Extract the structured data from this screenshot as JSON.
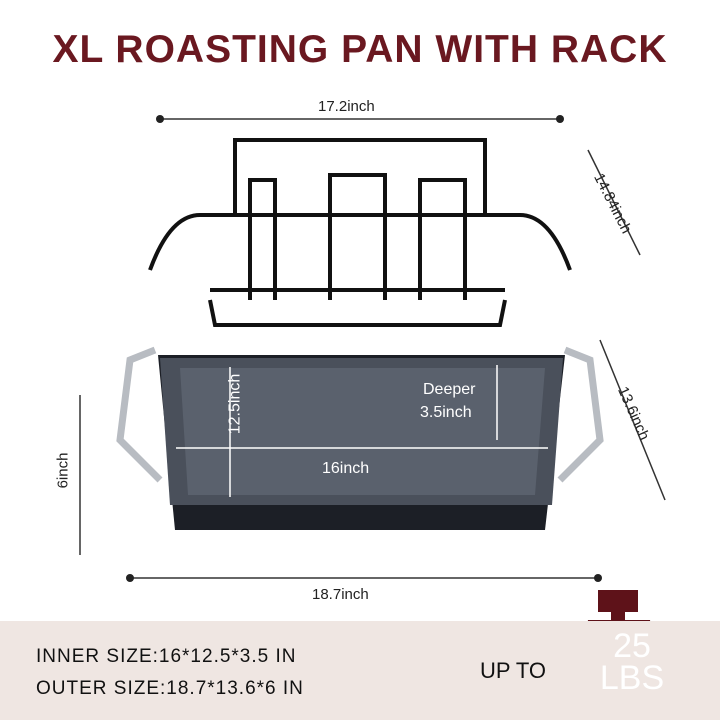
{
  "title": "XL ROASTING PAN WITH RACK",
  "dimensions": {
    "rack_width": "17.2inch",
    "rack_depth": "14.84inch",
    "pan_depth": "13.6inch",
    "pan_height": "6inch",
    "pan_width": "18.7inch",
    "inner_width": "16inch",
    "inner_depth": "12.5inch",
    "deeper_label": "Deeper",
    "deeper_value": "3.5inch"
  },
  "specs": {
    "inner": "INNER SIZE:16*12.5*3.5 IN",
    "outer": "OUTER SIZE:18.7*13.6*6 IN"
  },
  "capacity": {
    "prefix": "UP TO",
    "value": "25",
    "unit": "LBS"
  },
  "colors": {
    "brand": "#6a1820",
    "band": "#efe6e2",
    "weight": "#5e1219"
  }
}
